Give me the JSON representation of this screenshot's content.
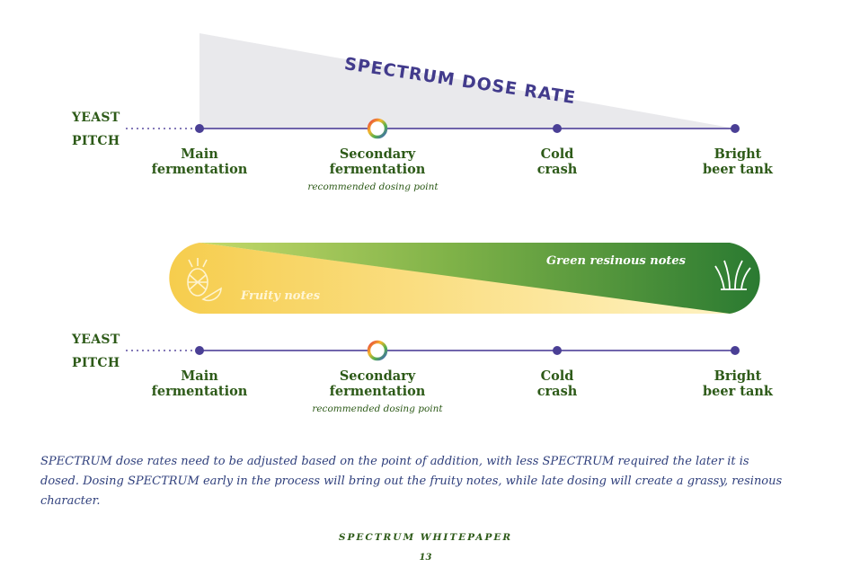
{
  "title": "SPECTRUM DOSE RATE",
  "yeast_pitch": {
    "line1": "YEAST",
    "line2": "PITCH"
  },
  "stages": [
    {
      "line1": "Main",
      "line2": "fermentation"
    },
    {
      "line1": "Secondary",
      "line2": "fermentation"
    },
    {
      "line1": "Cold",
      "line2": "crash"
    },
    {
      "line1": "Bright",
      "line2": "beer tank"
    }
  ],
  "recommended_note": "recommended dosing point",
  "flavor": {
    "fruity_label": "Fruity notes",
    "green_label": "Green resinous notes",
    "fruity_color": "#f6cf52",
    "green_color": "#2f7a2c"
  },
  "colors": {
    "title": "#423b8c",
    "timeline": "#5b4fa0",
    "text_green": "#2d5a18",
    "dose_wedge": "#e9e9ec"
  },
  "icons": {
    "fruit": "pineapple-watermelon-icon",
    "grass": "grass-icon",
    "dose_point": "color-ring-icon"
  },
  "paragraph": "SPECTRUM dose rates need to be adjusted based on the point of addition, with less SPECTRUM required the later it is dosed. Dosing SPECTRUM early in the process will bring out the fruity notes, while late dosing will create a grassy, resinous character.",
  "footer": {
    "label": "SPECTRUM WHITEPAPER",
    "page_number": "13"
  }
}
